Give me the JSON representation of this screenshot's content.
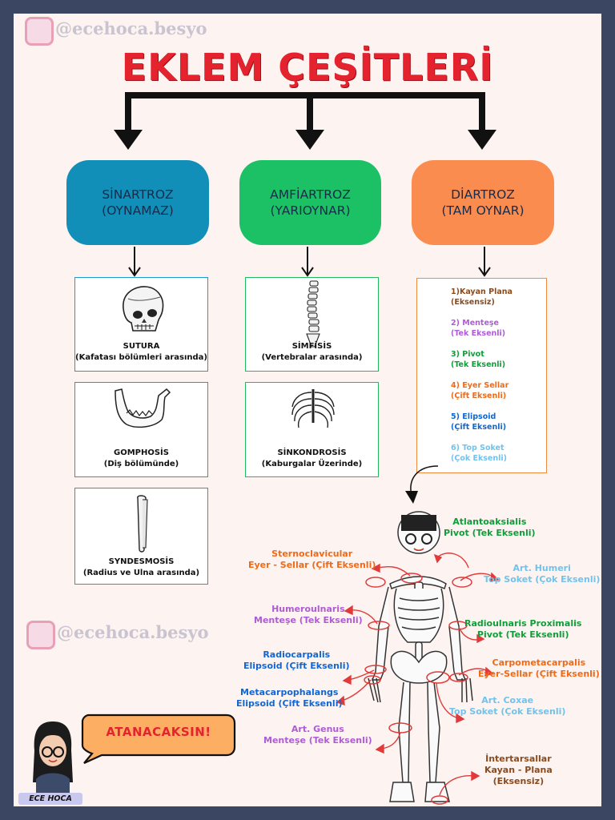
{
  "watermark": {
    "handle": "@ecehoca.besyo"
  },
  "title": "EKLEM ÇEŞİTLERİ",
  "categories": [
    {
      "name": "SİNARTROZ",
      "sub": "(OYNAMAZ)",
      "color": "#118fb8"
    },
    {
      "name": "AMFİARTROZ",
      "sub": "(YARIOYNAR)",
      "color": "#1cc065"
    },
    {
      "name": "DİARTROZ",
      "sub": "(TAM OYNAR)",
      "color": "#fb8c4f"
    }
  ],
  "sinartroz_items": [
    {
      "name": "SUTURA",
      "desc": "(Kafatası bölümleri arasında)",
      "icon": "skull-icon"
    },
    {
      "name": "GOMPHOSİS",
      "desc": "(Diş bölümünde)",
      "icon": "jaw-icon"
    },
    {
      "name": "SYNDESMOSİS",
      "desc": "(Radius ve Ulna arasında)",
      "icon": "forearm-bone-icon"
    }
  ],
  "amfiartroz_items": [
    {
      "name": "SİMFİSİS",
      "desc": "(Vertebralar arasında)",
      "icon": "spine-icon"
    },
    {
      "name": "SİNKONDROSİS",
      "desc": "(Kaburgalar Üzerinde)",
      "icon": "ribcage-icon"
    }
  ],
  "diartroz_items": [
    {
      "l1": "1)Kayan Plana",
      "l2": "(Eksensiz)",
      "color": "#8a4b1f"
    },
    {
      "l1": "2) Menteşe",
      "l2": "(Tek Eksenli)",
      "color": "#b05bd6"
    },
    {
      "l1": "3) Pivot",
      "l2": "(Tek Eksenli)",
      "color": "#0f9e3a"
    },
    {
      "l1": "4) Eyer Sellar",
      "l2": "(Çift Eksenli)",
      "color": "#ef6a18"
    },
    {
      "l1": "5) Elipsoid",
      "l2": "(Çift Eksenli)",
      "color": "#1166d1"
    },
    {
      "l1": "6) Top Soket",
      "l2": "(Çok Eksenli)",
      "color": "#72c2ea"
    }
  ],
  "skeleton_labels": [
    {
      "l1": "Atlantoaksialis",
      "l2": "Pivot (Tek Eksenli)",
      "color": "#0f9e3a"
    },
    {
      "l1": "Sternoclavicular",
      "l2": "Eyer - Sellar (Çift Eksenli)",
      "color": "#ef6a18"
    },
    {
      "l1": "Art. Humeri",
      "l2": "Top Soket (Çok Eksenli)",
      "color": "#72c2ea"
    },
    {
      "l1": "Humeroulnaris",
      "l2": "Menteşe (Tek Eksenli)",
      "color": "#b05bd6"
    },
    {
      "l1": "Radioulnaris Proximalis",
      "l2": "Pivot (Tek Eksenli)",
      "color": "#0f9e3a"
    },
    {
      "l1": "Radiocarpalis",
      "l2": "Elipsoid (Çift Eksenli)",
      "color": "#1166d1"
    },
    {
      "l1": "Carpometacarpalis",
      "l2": "Eyer-Sellar (Çift Eksenli)",
      "color": "#ef6a18"
    },
    {
      "l1": "Metacarpophalangs",
      "l2": "Elipsoid (Çift Eksenli)",
      "color": "#1166d1"
    },
    {
      "l1": "Art. Coxae",
      "l2": "Top Soket (Çok Eksenli)",
      "color": "#72c2ea"
    },
    {
      "l1": "Art. Genus",
      "l2": "Menteşe (Tek Eksenli)",
      "color": "#b05bd6"
    },
    {
      "l1": "İntertarsallar",
      "l2": "Kayan - Plana",
      "l3": "(Eksensiz)",
      "color": "#8a4b1f"
    }
  ],
  "speech": "ATANACAKSIN!",
  "badge": "ECE HOCA"
}
